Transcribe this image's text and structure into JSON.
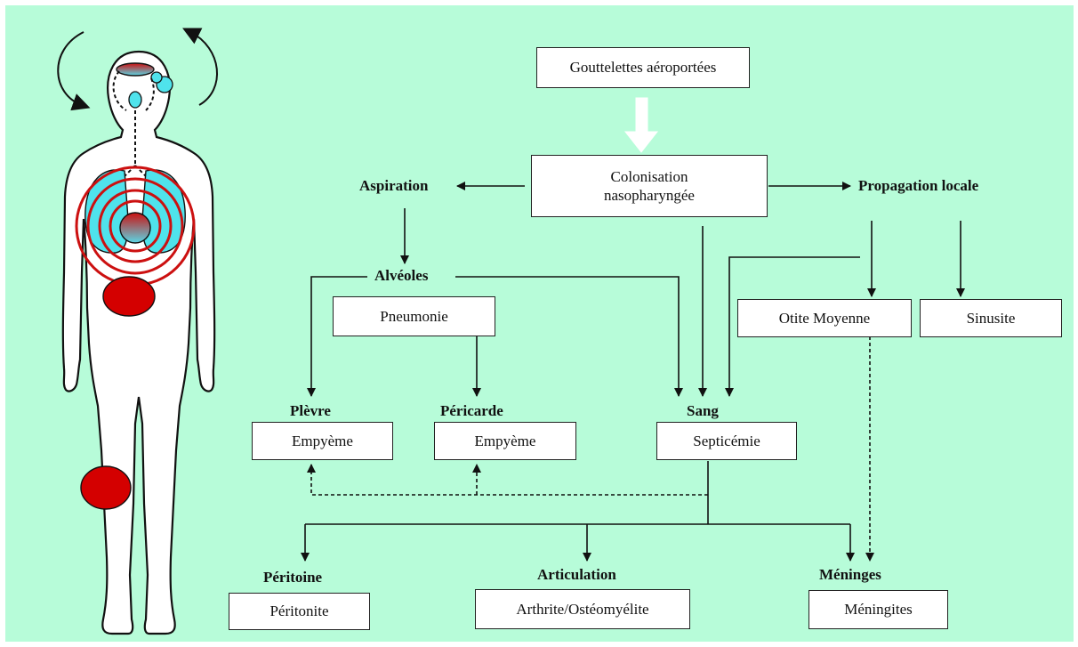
{
  "nodes": {
    "droplets": "Gouttelettes aéroportées",
    "colonization_line1": "Colonisation",
    "colonization_line2": "nasopharyngée",
    "aspiration": "Aspiration",
    "local_spread": "Propagation locale",
    "alveoli": "Alvéoles",
    "pneumonia": "Pneumonie",
    "otitis": "Otite Moyenne",
    "sinusitis": "Sinusite",
    "pleura": "Plèvre",
    "pleura_empyema": "Empyème",
    "pericardium": "Péricarde",
    "pericardium_empyema": "Empyème",
    "blood": "Sang",
    "septicemia": "Septicémie",
    "peritoneum": "Péritoine",
    "peritonitis": "Péritonite",
    "joint": "Articulation",
    "arthritis": "Arthrite/Ostéomyélite",
    "meninges": "Méninges",
    "meningitis": "Méningites"
  },
  "colors": {
    "background": "#b7fcd9",
    "organ_cyan": "#4fe3ec",
    "infection_red": "#d40000",
    "box_fill": "#ffffff",
    "line": "#111111"
  }
}
